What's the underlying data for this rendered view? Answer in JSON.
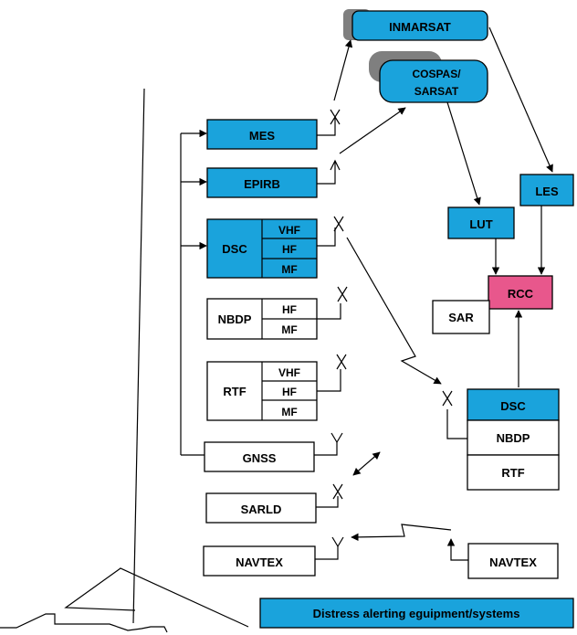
{
  "colors": {
    "accent_blue": "#1aa3dc",
    "rcc_pink": "#e8578c",
    "shadow_gray": "#7f7f7f",
    "outline": "#000000"
  },
  "satellites": {
    "inmarsat": "INMARSAT",
    "cospas_line1": "COSPAS/",
    "cospas_line2": "SARSAT"
  },
  "ship_equipment": {
    "mes": "MES",
    "epirb": "EPIRB",
    "dsc": "DSC",
    "dsc_bands": [
      "VHF",
      "HF",
      "MF"
    ],
    "nbdp": "NBDP",
    "nbdp_bands": [
      "HF",
      "MF"
    ],
    "rtf": "RTF",
    "rtf_bands": [
      "VHF",
      "HF",
      "MF"
    ],
    "gnss": "GNSS",
    "sarld": "SARLD",
    "navtex": "NAVTEX"
  },
  "shore": {
    "lut": "LUT",
    "les": "LES",
    "rcc": "RCC",
    "sar": "SAR",
    "station_rows": [
      "DSC",
      "NBDP",
      "RTF"
    ],
    "navtex": "NAVTEX"
  },
  "caption": "Distress alerting eguipment/systems"
}
